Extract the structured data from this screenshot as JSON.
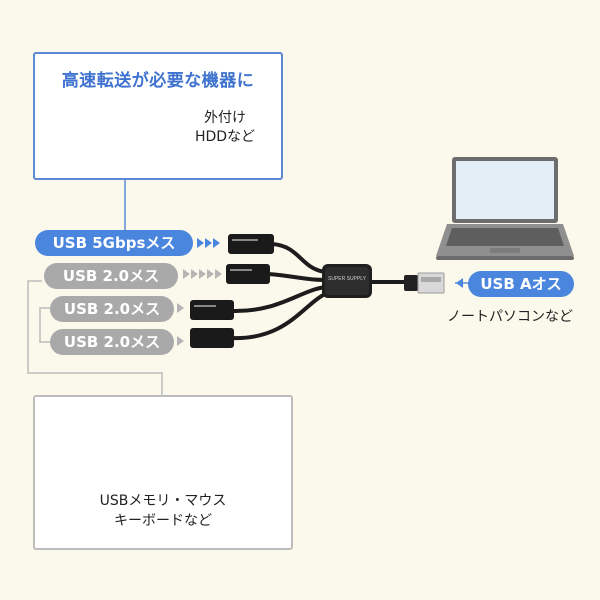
{
  "top_box": {
    "title": "高速転送が必要な機器に",
    "device_label_line1": "外付け",
    "device_label_line2": "HDDなど"
  },
  "ports": [
    {
      "label": "USB 5Gbpsメス",
      "color": "#4a86de"
    },
    {
      "label": "USB 2.0メス",
      "color": "#a9a9a9"
    },
    {
      "label": "USB 2.0メス",
      "color": "#a9a9a9"
    },
    {
      "label": "USB 2.0メス",
      "color": "#a9a9a9"
    }
  ],
  "host": {
    "connector_label": "USB Aオス",
    "device_caption": "ノートパソコンなど"
  },
  "bottom_box": {
    "label_line1": "USBメモリ・マウス",
    "label_line2": "キーボードなど"
  },
  "hub": {
    "body_text": "SUPER SUPPLY"
  },
  "colors": {
    "accent_blue": "#4a86de",
    "port_gray": "#a9a9a9",
    "background": "#fbf8ec"
  }
}
